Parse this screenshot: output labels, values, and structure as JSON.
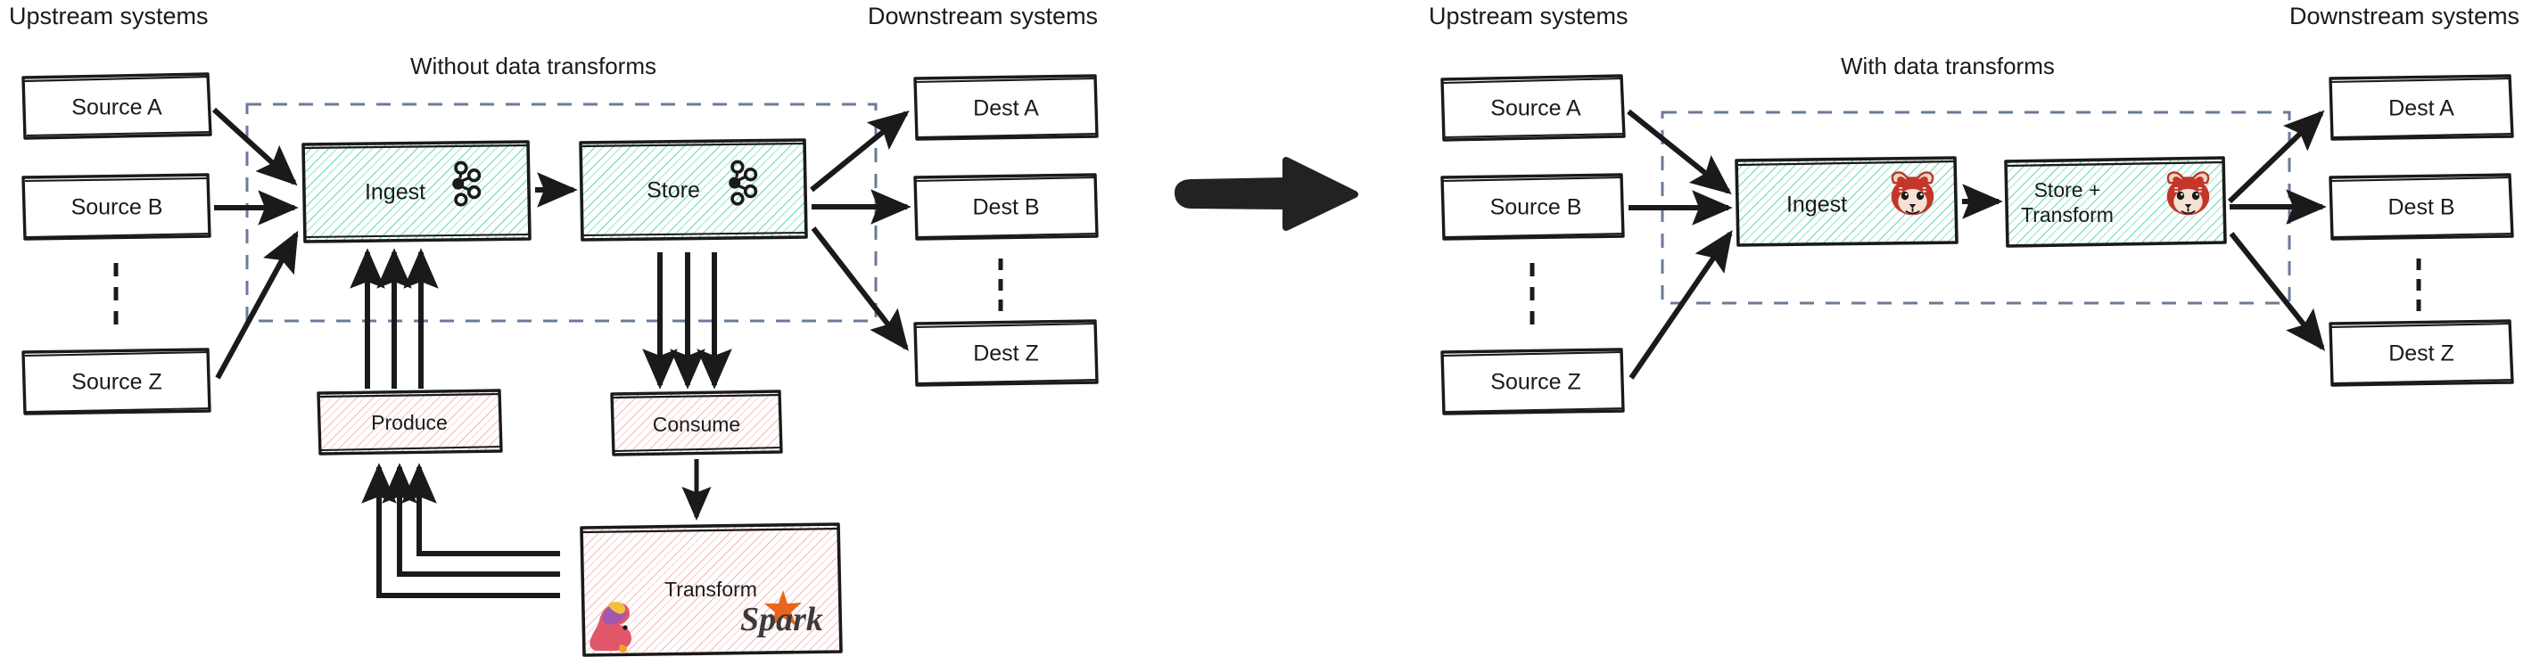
{
  "diagram": {
    "title_left": "Without data transforms",
    "title_right": "With data transforms",
    "upstream_heading": "Upstream systems",
    "downstream_heading": "Downstream systems"
  },
  "left_panel": {
    "heading_upstream": "Upstream systems",
    "heading_downstream": "Downstream systems",
    "panel_title": "Without data transforms",
    "sources": [
      {
        "label": "Source A"
      },
      {
        "label": "Source B"
      },
      {
        "label": "Source Z"
      }
    ],
    "source_ellipsis": "vertical-dots",
    "pipeline": [
      {
        "label": "Ingest",
        "icon": "kafka-icon",
        "fill": "teal"
      },
      {
        "label": "Store",
        "icon": "kafka-icon",
        "fill": "teal"
      }
    ],
    "external": [
      {
        "label": "Produce",
        "fill": "pink"
      },
      {
        "label": "Consume",
        "fill": "pink"
      },
      {
        "label": "Transform",
        "fill": "pink",
        "icons": [
          "flink-icon",
          "spark-icon"
        ]
      }
    ],
    "destinations": [
      {
        "label": "Dest A"
      },
      {
        "label": "Dest B"
      },
      {
        "label": "Dest Z"
      }
    ],
    "dest_ellipsis": "vertical-dots"
  },
  "right_panel": {
    "heading_upstream": "Upstream systems",
    "heading_downstream": "Downstream systems",
    "panel_title": "With data transforms",
    "sources": [
      {
        "label": "Source A"
      },
      {
        "label": "Source B"
      },
      {
        "label": "Source Z"
      }
    ],
    "source_ellipsis": "vertical-dots",
    "pipeline": [
      {
        "label": "Ingest",
        "icon": "redpanda-icon",
        "fill": "teal"
      },
      {
        "label": "Store +\nTransform",
        "line1": "Store +",
        "line2": "Transform",
        "icon": "redpanda-icon",
        "fill": "teal"
      }
    ],
    "destinations": [
      {
        "label": "Dest A"
      },
      {
        "label": "Dest B"
      },
      {
        "label": "Dest Z"
      }
    ],
    "dest_ellipsis": "vertical-dots"
  },
  "transition": {
    "icon": "big-right-arrow-icon"
  },
  "colors": {
    "teal_hatch": "#5fd6b4",
    "pink_hatch": "#f6a6a6",
    "boundary_dashed": "#6b7a99",
    "stroke": "#1a1a1a",
    "background": "#ffffff",
    "spark_orange": "#e8661c",
    "redpanda_red": "#c4352a"
  }
}
